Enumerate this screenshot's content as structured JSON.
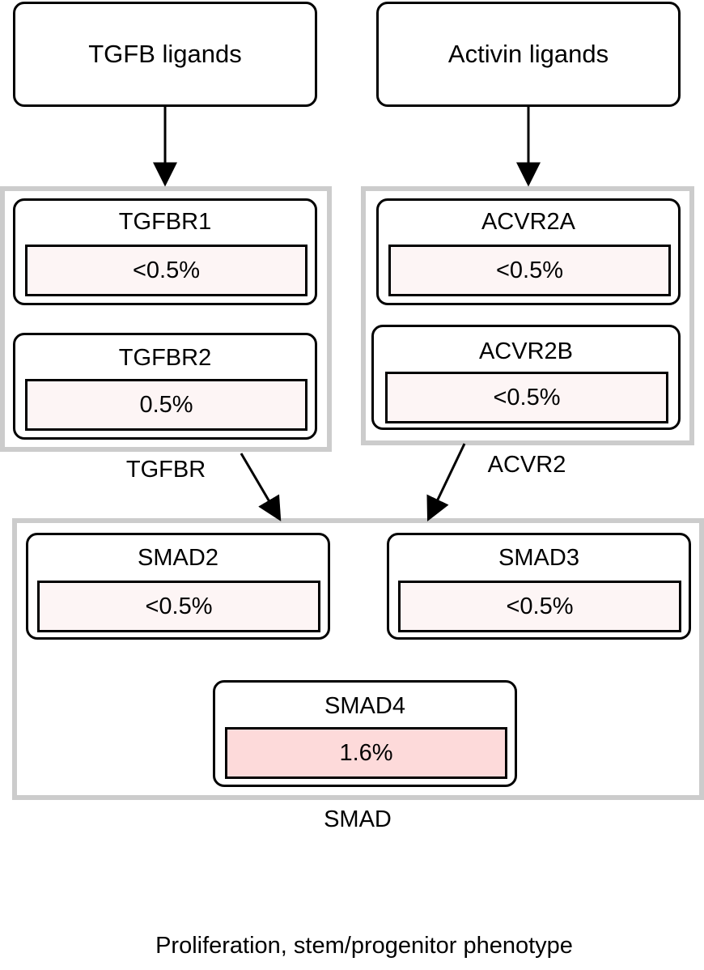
{
  "ligands": {
    "tgfb": "TGFB ligands",
    "activin": "Activin ligands"
  },
  "groups": {
    "tgfbr": "TGFBR",
    "acvr2": "ACVR2",
    "smad": "SMAD"
  },
  "genes": {
    "tgfbr1": {
      "name": "TGFBR1",
      "value": "<0.5%"
    },
    "tgfbr2": {
      "name": "TGFBR2",
      "value": "0.5%"
    },
    "acvr2a": {
      "name": "ACVR2A",
      "value": "<0.5%"
    },
    "acvr2b": {
      "name": "ACVR2B",
      "value": "<0.5%"
    },
    "smad2": {
      "name": "SMAD2",
      "value": "<0.5%"
    },
    "smad3": {
      "name": "SMAD3",
      "value": "<0.5%"
    },
    "smad4": {
      "name": "SMAD4",
      "value": "1.6%"
    }
  },
  "colors": {
    "low": "#fdf5f5",
    "high": "#fddada",
    "group_border": "#cccccc"
  },
  "outcome": "Proliferation, stem/progenitor phenotype"
}
